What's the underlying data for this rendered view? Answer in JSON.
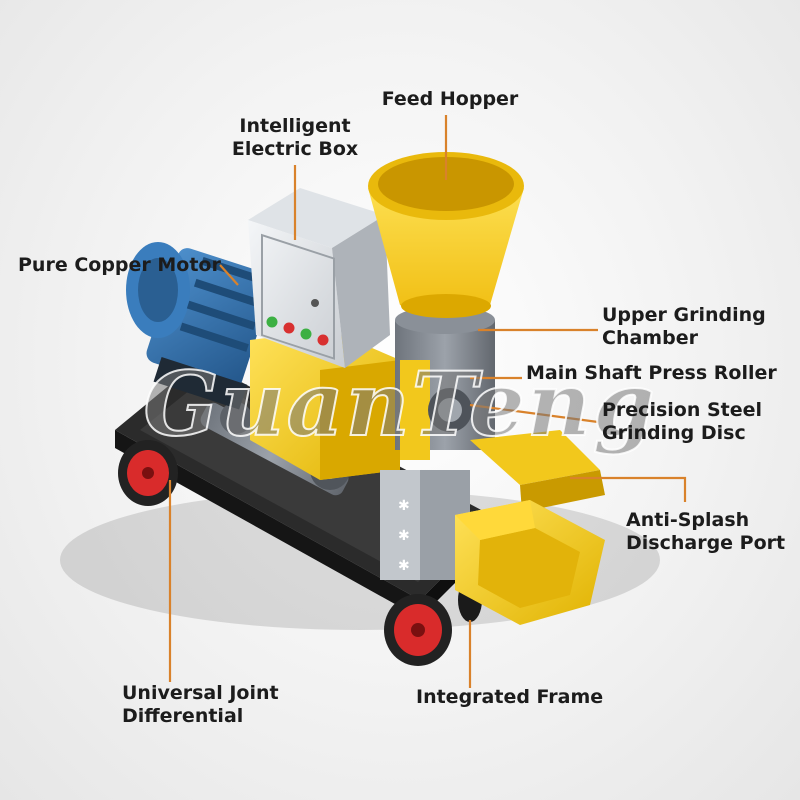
{
  "labels": {
    "feed_hopper": "Feed Hopper",
    "electric_box": [
      "Intelligent",
      "Electric Box"
    ],
    "motor": "Pure Copper Motor",
    "upper_chamber": [
      "Upper Grinding",
      "Chamber"
    ],
    "press_roller": "Main Shaft Press Roller",
    "grinding_disc": [
      "Precision Steel",
      "Grinding Disc"
    ],
    "discharge_port": [
      "Anti-Splash",
      "Discharge Port"
    ],
    "frame": "Integrated Frame",
    "universal_joint": [
      "Universal Joint",
      "Differential"
    ]
  },
  "watermark": "GuanTeng",
  "colors": {
    "leader_line": "#d9822b",
    "machine_yellow": "#f2c81c",
    "motor_blue": "#2f6fa8",
    "wheel_red": "#d92b2b",
    "frame_black": "#1f1f1f",
    "gear_gray": "#8a8f96"
  }
}
